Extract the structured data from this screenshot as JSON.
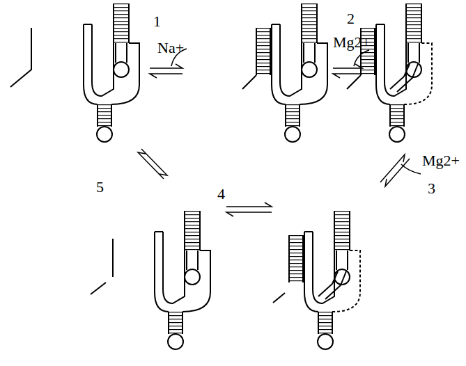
{
  "diagram": {
    "labels": [
      "1",
      "Na+",
      "2",
      "Mg2+",
      "Mg2+",
      "3",
      "5",
      "4"
    ]
  }
}
